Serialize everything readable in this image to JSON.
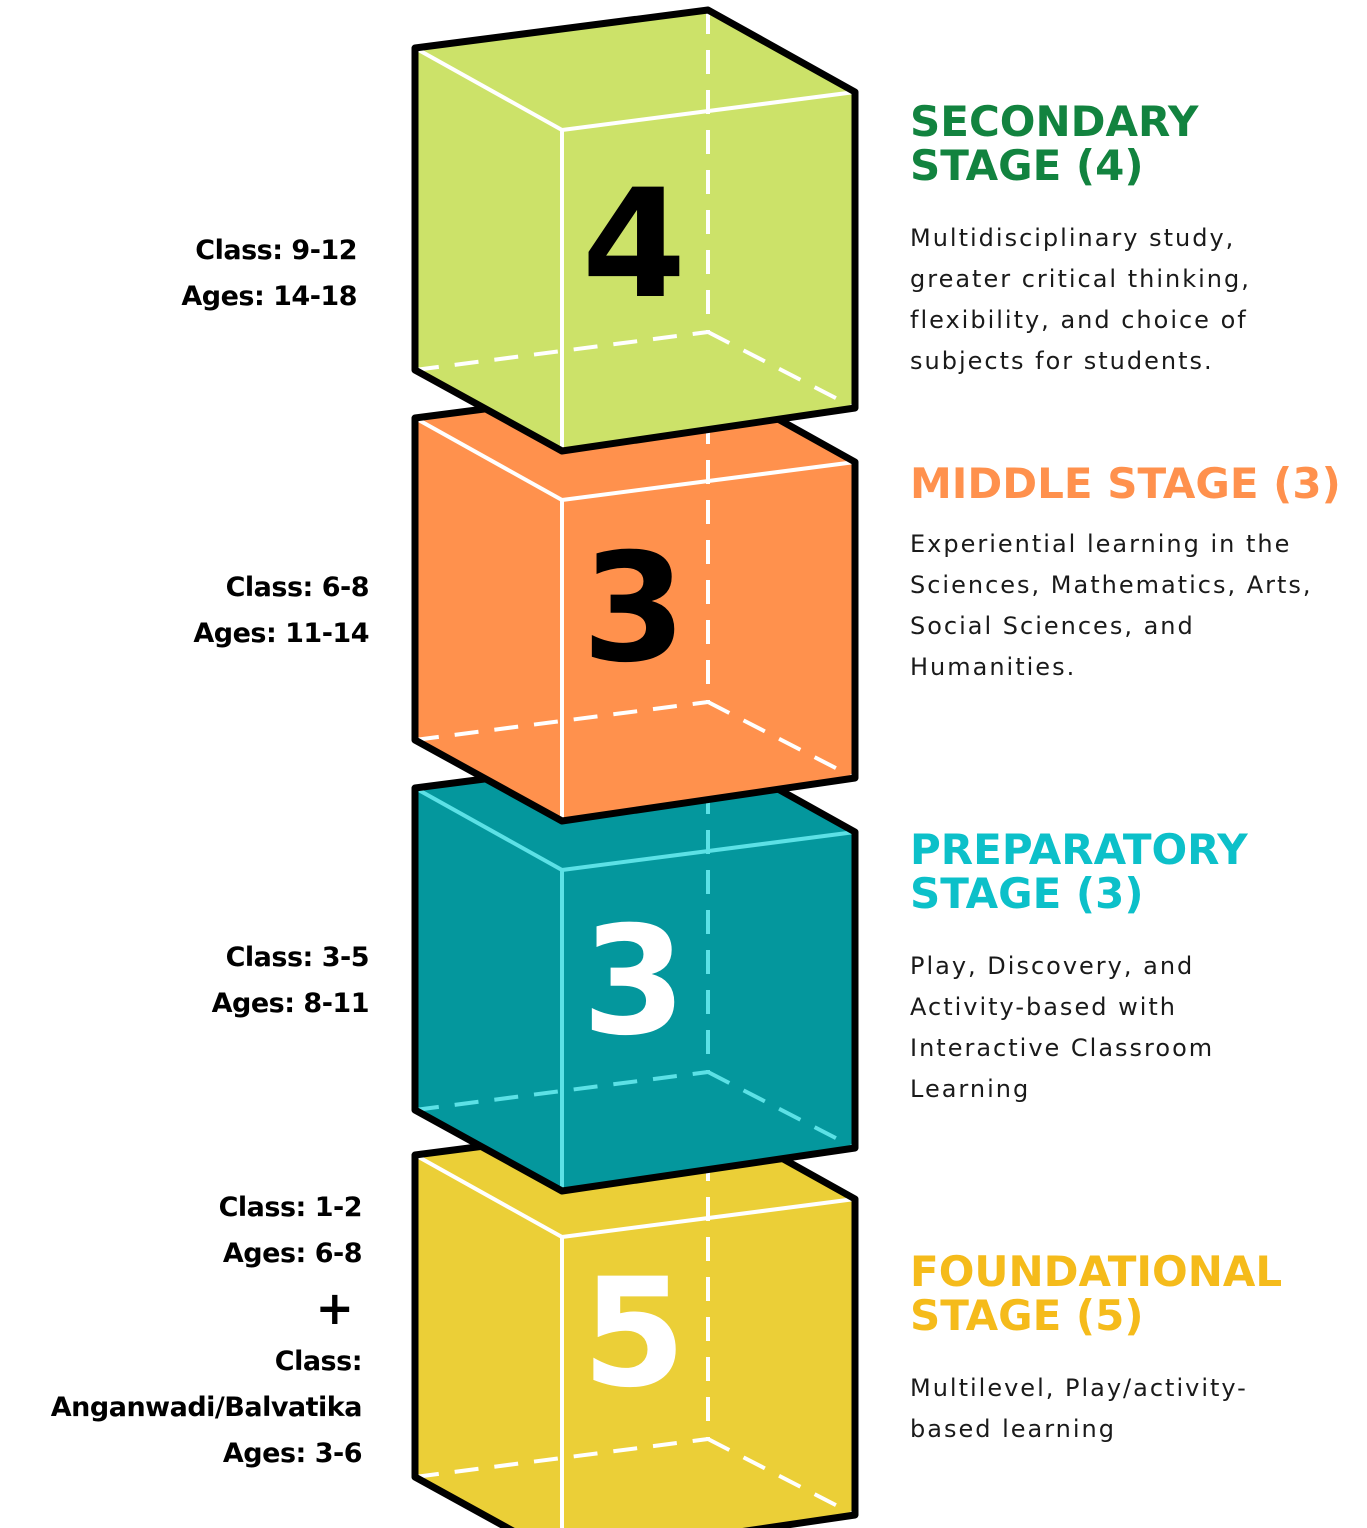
{
  "stages": [
    {
      "id": "secondary",
      "number": "4",
      "title": "SECONDARY STAGE (4)",
      "title_lines": [
        "SECONDARY",
        "STAGE (4)"
      ],
      "description": "Multidisciplinary study, greater critical thinking, flexibility, and choice of subjects for students.",
      "class_label": "Class: 9-12",
      "ages_label": "Ages: 14-18",
      "cube_color": "#cce269",
      "title_color": "#12833f",
      "number_color": "#000000",
      "edge_color": "#ffffff"
    },
    {
      "id": "middle",
      "number": "3",
      "title": "MIDDLE STAGE (3)",
      "title_lines": [
        "MIDDLE STAGE (3)"
      ],
      "description": "Experiential learning in the Sciences, Mathematics, Arts, Social Sciences, and Humanities.",
      "class_label": "Class: 6-8",
      "ages_label": "Ages: 11-14",
      "cube_color": "#ff914d",
      "title_color": "#ff914d",
      "number_color": "#000000",
      "edge_color": "#ffffff"
    },
    {
      "id": "preparatory",
      "number": "3",
      "title": "PREPARATORY STAGE (3)",
      "title_lines": [
        "PREPARATORY",
        "STAGE (3)"
      ],
      "description": "Play, Discovery, and Activity-based with Interactive Classroom Learning",
      "class_label": "Class: 3-5",
      "ages_label": "Ages: 8-11",
      "cube_color": "#04979d",
      "title_color": "#0cc0c9",
      "number_color": "#ffffff",
      "edge_color": "#5ce1e6"
    },
    {
      "id": "foundational",
      "number": "5",
      "title": "FOUNDATIONAL STAGE (5)",
      "title_lines": [
        "FOUNDATIONAL",
        "STAGE (5)"
      ],
      "description": "Multilevel, Play/activity-based learning",
      "class_label": "Class: 1-2",
      "ages_label": "Ages: 6-8",
      "plus": "+",
      "extra_class_label": "Class:",
      "extra_class_value": "Anganwadi/Balvatika",
      "extra_ages_label": "Ages: 3-6",
      "cube_color": "#ebcf37",
      "title_color": "#f5bb1b",
      "number_color": "#ffffff",
      "edge_color": "#ffffff"
    }
  ]
}
